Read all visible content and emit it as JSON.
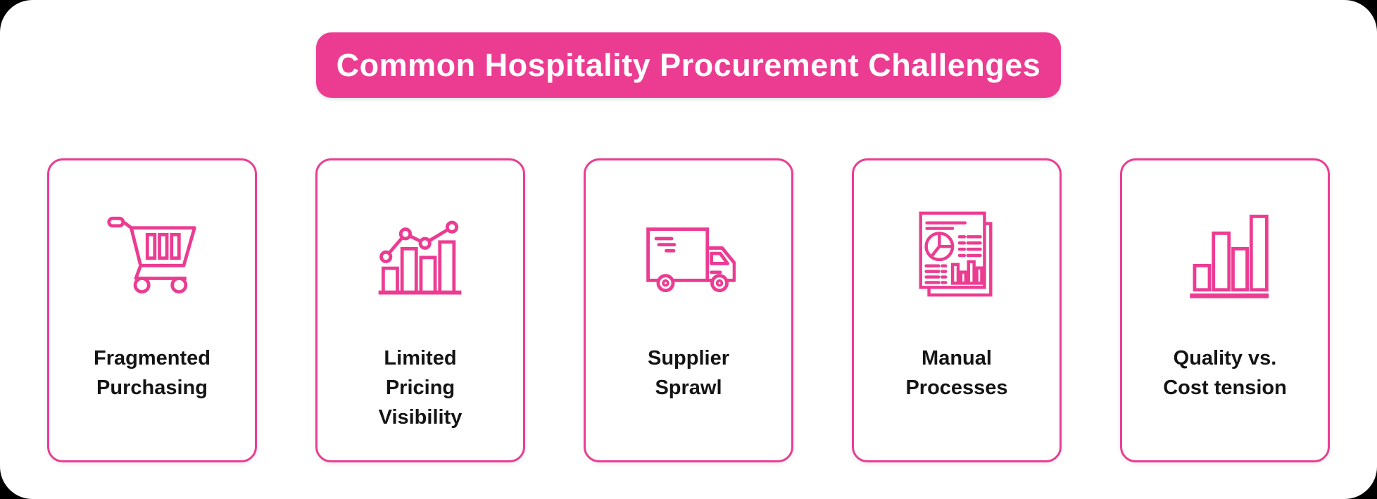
{
  "theme": {
    "accent_pink": "#EC3C92",
    "text_black": "#141414",
    "canvas_bg": "#FFFFFF",
    "page_bg": "#000000"
  },
  "header": {
    "title": "Common Hospitality Procurement Challenges"
  },
  "cards": [
    {
      "label": "Fragmented\nPurchasing",
      "icon": "shopping-cart-icon"
    },
    {
      "label": "Limited\nPricing\nVisibility",
      "icon": "trend-bar-chart-icon"
    },
    {
      "label": "Supplier\nSprawl",
      "icon": "delivery-truck-icon"
    },
    {
      "label": "Manual\nProcesses",
      "icon": "report-document-icon"
    },
    {
      "label": "Quality vs.\nCost tension",
      "icon": "growth-bar-chart-icon"
    }
  ]
}
